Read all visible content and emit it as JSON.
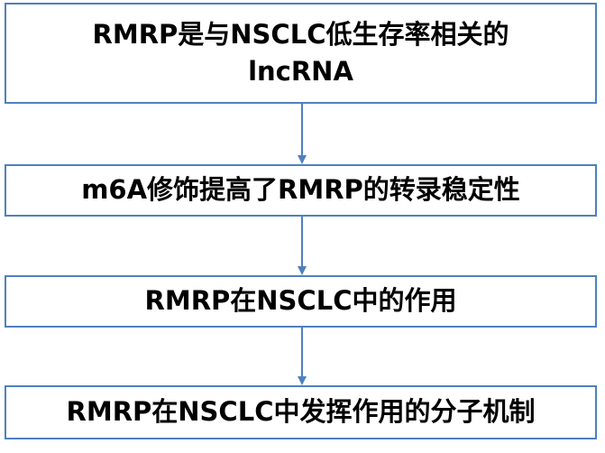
{
  "steps": [
    {
      "text": "RMRP是与NSCLC低生存率相关的lncRNA"
    },
    {
      "text": "m6A修饰提高了RMRP的转录稳定性"
    },
    {
      "text": "RMRP在NSCLC中的作用"
    },
    {
      "text": "RMRP在NSCLC中发挥作用的分子机制"
    }
  ],
  "colors": {
    "box_border": "#4f81bd",
    "arrow": "#4f81bd",
    "text": "#000000",
    "background": "#ffffff"
  }
}
